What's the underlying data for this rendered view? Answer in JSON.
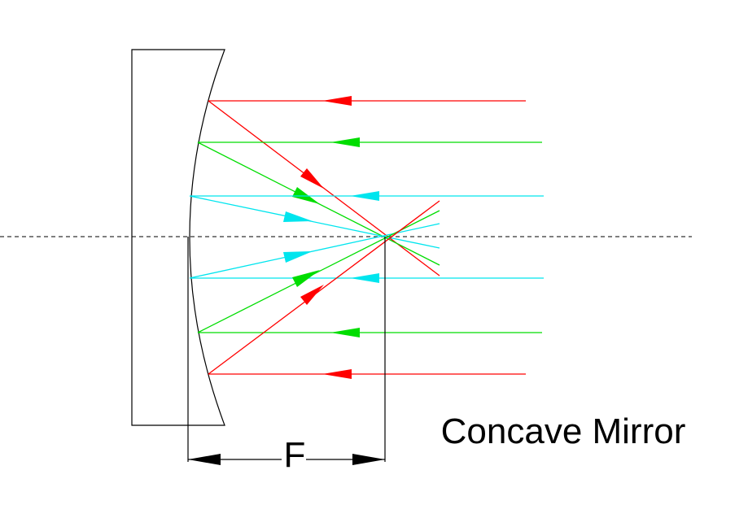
{
  "diagram": {
    "caption": "Concave Mirror",
    "focal_label": "F",
    "colors": {
      "outline": "#000000",
      "axis": "#333333",
      "ray_outer": "#ff0000",
      "ray_middle": "#00dd00",
      "ray_inner": "#00e5ee"
    },
    "rays": [
      {
        "name": "ray-outer-top",
        "color_key": "ray_outer"
      },
      {
        "name": "ray-middle-top",
        "color_key": "ray_middle"
      },
      {
        "name": "ray-inner-top",
        "color_key": "ray_inner"
      },
      {
        "name": "ray-inner-bottom",
        "color_key": "ray_inner"
      },
      {
        "name": "ray-middle-bottom",
        "color_key": "ray_middle"
      },
      {
        "name": "ray-outer-bottom",
        "color_key": "ray_outer"
      }
    ]
  }
}
